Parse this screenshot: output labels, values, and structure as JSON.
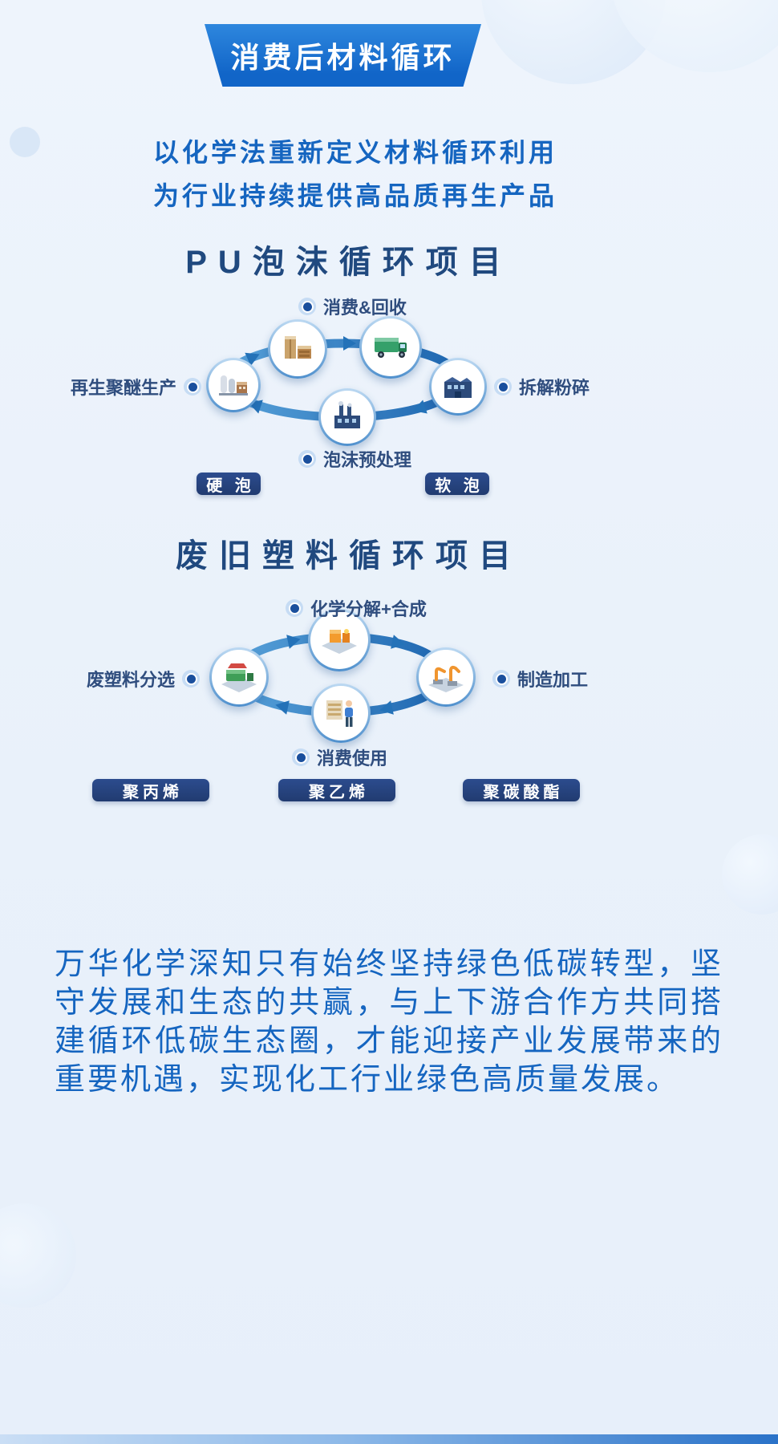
{
  "banner": {
    "title": "消费后材料循环"
  },
  "intro": {
    "line1": "以化学法重新定义材料循环利用",
    "line2": "为行业持续提供高品质再生产品"
  },
  "pu_cycle": {
    "title": "PU泡沫循环项目",
    "steps": {
      "top": "消费&回收",
      "right": "拆解粉碎",
      "bottom": "泡沫预处理",
      "left": "再生聚醚生产"
    },
    "icons": [
      "furniture-icon",
      "recycling-truck-icon",
      "dismantling-factory-icon",
      "pretreatment-plant-icon",
      "polyether-plant-icon"
    ],
    "tags": [
      "硬 泡",
      "软 泡"
    ]
  },
  "plastic_cycle": {
    "title": "废旧塑料循环项目",
    "steps": {
      "top": "化学分解+合成",
      "right": "制造加工",
      "bottom": "消费使用",
      "left": "废塑料分选"
    },
    "icons": [
      "chemical-plant-icon",
      "manufacturing-robot-icon",
      "consumer-icon",
      "sorting-machine-icon"
    ],
    "tags": [
      "聚丙烯",
      "聚乙烯",
      "聚碳酸酯"
    ]
  },
  "closing_paragraph": "万华化学深知只有始终坚持绿色低碳转型，坚守发展和生态的共赢，与上下游合作方共同搭建循环低碳生态圈，才能迎接产业发展带来的重要机遇，实现化工行业绿色高质量发展。",
  "colors": {
    "background": "#eaf2fb",
    "banner_blue": "#1165c8",
    "accent_blue": "#1565c0",
    "section_navy": "#20497f",
    "pill_navy": "#213b70",
    "cycle_arrow_blue": "#2b7ec5",
    "label_navy": "#2f4d7e",
    "bullet_navy": "#1a4f9d"
  }
}
